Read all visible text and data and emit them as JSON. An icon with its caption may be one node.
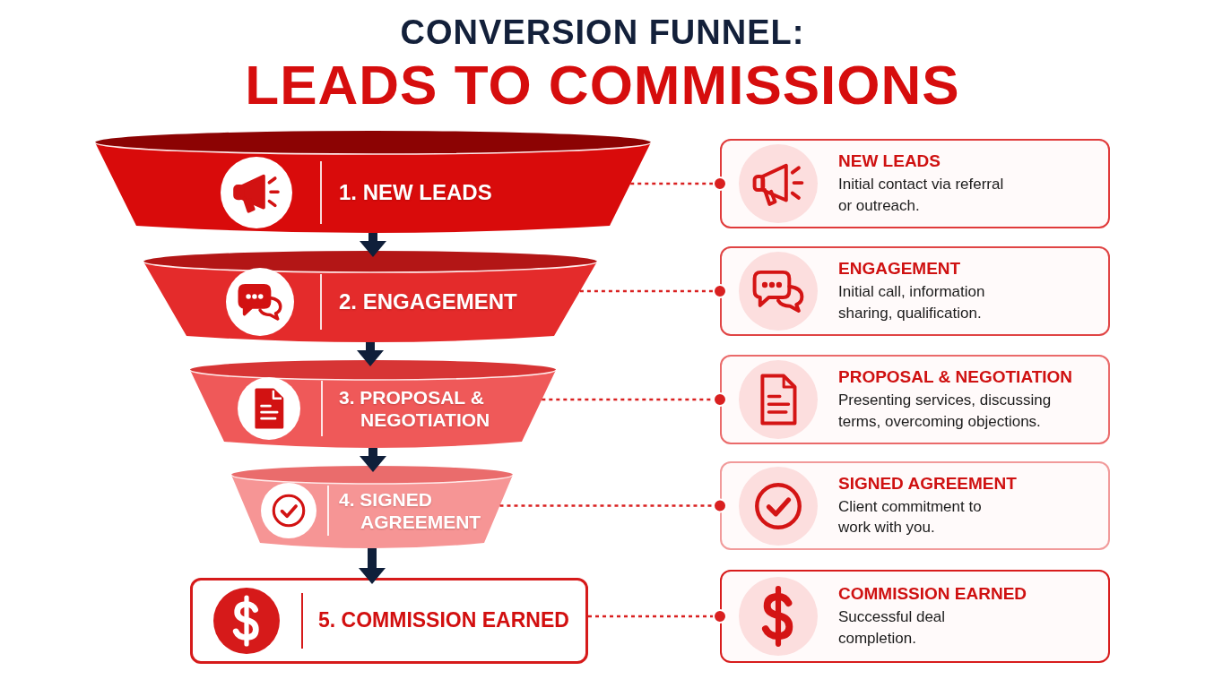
{
  "diagram": {
    "title": "CONVERSION FUNNEL:",
    "labels": [
      "LEADS TO COMMISSIONS"
    ],
    "nodes": [
      {
        "text": [
          "1. NEW LEADS"
        ]
      },
      {
        "text": [
          "2. ENGAGEMENT"
        ]
      },
      {
        "text": [
          "3. PROPOSAL & NEGOTIATION"
        ]
      },
      {
        "text": [
          "4. SIGNED AGREEMENT"
        ]
      },
      {
        "text": [
          "5. COMMISSION EARNED"
        ]
      },
      {
        "text": [
          "NEW LEADS",
          "Initial contact via referral or outreach."
        ]
      },
      {
        "text": [
          "ENGAGEMENT",
          "Initial call, information sharing, qualification."
        ]
      },
      {
        "text": [
          "PROPOSAL & NEGOTIATION",
          "Presenting services, discussing terms, overcoming objections."
        ]
      },
      {
        "text": [
          "SIGNED AGREEMENT",
          "Client commitment to work with you."
        ]
      },
      {
        "text": [
          "COMMISSION EARNED",
          "Successful deal completion."
        ]
      }
    ],
    "edges": [
      {
        "from": 0,
        "to": 1,
        "arrow": "to",
        "style": "thick",
        "color": "#0f1f3a"
      },
      {
        "from": 1,
        "to": 2,
        "arrow": "to",
        "style": "thick",
        "color": "#0f1f3a"
      },
      {
        "from": 2,
        "to": 3,
        "arrow": "to",
        "style": "thick",
        "color": "#0f1f3a"
      },
      {
        "from": 3,
        "to": 4,
        "arrow": "to",
        "style": "thick",
        "color": "#0f1f3a"
      },
      {
        "from": 0,
        "to": 5,
        "arrow": "other",
        "style": "dashed"
      },
      {
        "from": 1,
        "to": 6,
        "arrow": "other",
        "style": "dashed"
      },
      {
        "from": 2,
        "to": 7,
        "arrow": "other",
        "style": "dashed"
      },
      {
        "from": 3,
        "to": 8,
        "arrow": "other",
        "style": "dashed"
      },
      {
        "from": 4,
        "to": 9,
        "arrow": "other",
        "style": "dashed"
      }
    ]
  }
}
